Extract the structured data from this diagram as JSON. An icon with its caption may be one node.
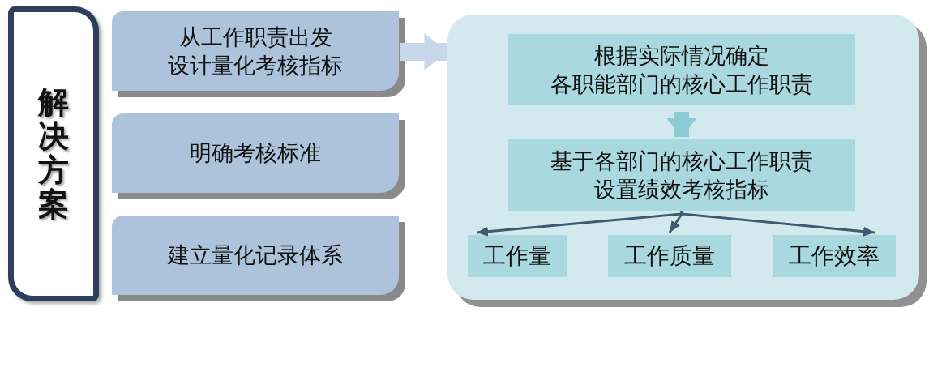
{
  "diagram": {
    "nodes": [
      {
        "text": [
          "解决方案"
        ]
      },
      {
        "text": [
          "从工作职责出发设计量化考核指标"
        ]
      },
      {
        "text": [
          "明确考核标准"
        ]
      },
      {
        "text": [
          "建立量化记录体系"
        ]
      },
      {
        "text": [],
        "shape": "box"
      },
      {
        "text": [
          "根据实际情况确定各职能部门的核心工作职责"
        ],
        "in": 4
      },
      {
        "text": [
          "基于各部门的核心工作职责设置绩效考核指标"
        ],
        "in": 4
      },
      {
        "text": [
          "工作量"
        ],
        "in": 4
      },
      {
        "text": [
          "工作质量"
        ],
        "in": 4
      },
      {
        "text": [
          "工作效率"
        ],
        "in": 4
      }
    ],
    "edges": [
      {
        "from": 1,
        "to": 4,
        "arrow": "to",
        "style": "thick",
        "color": "#c8d8ea"
      },
      {
        "from": 5,
        "to": 6,
        "arrow": "to",
        "style": "thick",
        "color": "#8ccad6"
      },
      {
        "from": 6,
        "to": 7,
        "arrow": "to"
      },
      {
        "from": 6,
        "to": 8,
        "arrow": "to"
      },
      {
        "from": 6,
        "to": 9,
        "arrow": "to"
      }
    ]
  }
}
